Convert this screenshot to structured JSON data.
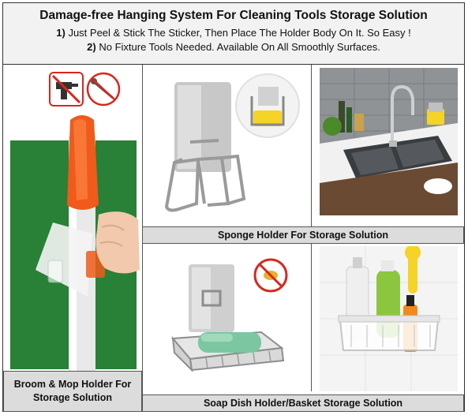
{
  "header": {
    "title": "Damage-free Hanging System For Cleaning Tools Storage Solution",
    "line1_num": "1)",
    "line1_text": "Just Peel & Stick The Sticker, Then Place The Holder Body On It.  So Easy !",
    "line2_num": "2)",
    "line2_text": "No Fixture Tools Needed. Available On All Smoothly Surfaces."
  },
  "captions": {
    "broom": [
      "Broom & Mop Holder For",
      "Storage Solution"
    ],
    "sponge": "Sponge Holder For Storage Solution",
    "soap": "Soap Dish Holder/Basket Storage Solution"
  },
  "icons": [
    "no-drill-icon",
    "no-screw-icon",
    "no-insect-icon"
  ],
  "colors": {
    "header_bg": "#f2f2f2",
    "caption_bg": "#dcdcdc",
    "accent_orange": "#f05a1a",
    "sponge_yellow": "#f5d327",
    "soap_green": "#7cc7a2",
    "prohibit_red": "#d9261c"
  }
}
